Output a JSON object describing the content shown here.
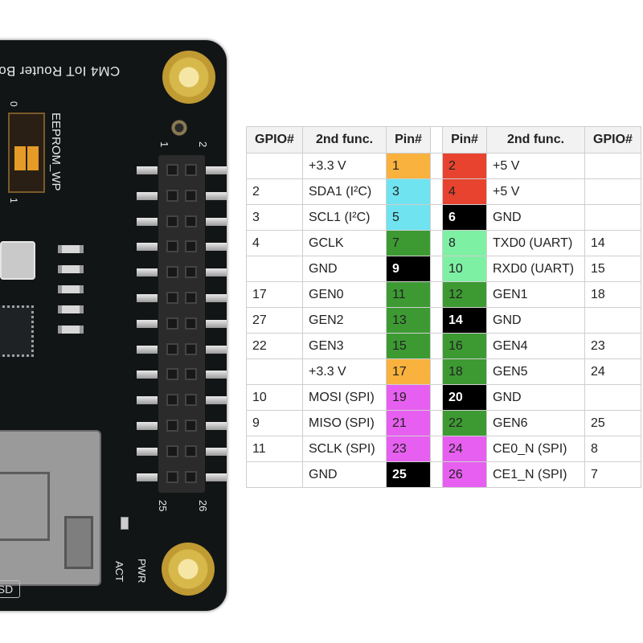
{
  "board": {
    "title": "CM4 IoT Router Bo",
    "eeprom_label": "EEPROM_WP",
    "dip_label_top": "0",
    "dip_label_bottom": "1",
    "header_label_top_left": "1",
    "header_label_top_right": "2",
    "header_label_bottom_left": "25",
    "header_label_bottom_right": "26",
    "led_labels": [
      "ACT",
      "PWR"
    ],
    "sd_label": "oSD",
    "colors": {
      "pcb": "#121516",
      "gold": "#d7b84a",
      "pin_metal": "#c8c8c8"
    }
  },
  "table": {
    "headers": [
      "GPIO#",
      "2nd func.",
      "Pin#",
      "Pin#",
      "2nd func.",
      "GPIO#"
    ],
    "rows": [
      {
        "left": {
          "gpio": "",
          "func": "+3.3 V",
          "pin": "1",
          "color": "#f8b23d"
        },
        "right": {
          "pin": "2",
          "func": "+5 V",
          "gpio": "",
          "color": "#e8432f"
        }
      },
      {
        "left": {
          "gpio": "2",
          "func": "SDA1 (I²C)",
          "pin": "3",
          "color": "#6fe3f0"
        },
        "right": {
          "pin": "4",
          "func": "+5 V",
          "gpio": "",
          "color": "#e8432f"
        }
      },
      {
        "left": {
          "gpio": "3",
          "func": "SCL1 (I²C)",
          "pin": "5",
          "color": "#6fe3f0"
        },
        "right": {
          "pin": "6",
          "func": "GND",
          "gpio": "",
          "color": "#000000"
        }
      },
      {
        "left": {
          "gpio": "4",
          "func": "GCLK",
          "pin": "7",
          "color": "#3d9a33"
        },
        "right": {
          "pin": "8",
          "func": "TXD0 (UART)",
          "gpio": "14",
          "color": "#7ef0a4"
        }
      },
      {
        "left": {
          "gpio": "",
          "func": "GND",
          "pin": "9",
          "color": "#000000"
        },
        "right": {
          "pin": "10",
          "func": "RXD0 (UART)",
          "gpio": "15",
          "color": "#7ef0a4"
        }
      },
      {
        "left": {
          "gpio": "17",
          "func": "GEN0",
          "pin": "11",
          "color": "#3d9a33"
        },
        "right": {
          "pin": "12",
          "func": "GEN1",
          "gpio": "18",
          "color": "#3d9a33"
        }
      },
      {
        "left": {
          "gpio": "27",
          "func": "GEN2",
          "pin": "13",
          "color": "#3d9a33"
        },
        "right": {
          "pin": "14",
          "func": "GND",
          "gpio": "",
          "color": "#000000"
        }
      },
      {
        "left": {
          "gpio": "22",
          "func": "GEN3",
          "pin": "15",
          "color": "#3d9a33"
        },
        "right": {
          "pin": "16",
          "func": "GEN4",
          "gpio": "23",
          "color": "#3d9a33"
        }
      },
      {
        "left": {
          "gpio": "",
          "func": "+3.3 V",
          "pin": "17",
          "color": "#f8b23d"
        },
        "right": {
          "pin": "18",
          "func": "GEN5",
          "gpio": "24",
          "color": "#3d9a33"
        }
      },
      {
        "left": {
          "gpio": "10",
          "func": "MOSI (SPI)",
          "pin": "19",
          "color": "#e75ff0"
        },
        "right": {
          "pin": "20",
          "func": "GND",
          "gpio": "",
          "color": "#000000"
        }
      },
      {
        "left": {
          "gpio": "9",
          "func": "MISO (SPI)",
          "pin": "21",
          "color": "#e75ff0"
        },
        "right": {
          "pin": "22",
          "func": "GEN6",
          "gpio": "25",
          "color": "#3d9a33"
        }
      },
      {
        "left": {
          "gpio": "11",
          "func": "SCLK (SPI)",
          "pin": "23",
          "color": "#e75ff0"
        },
        "right": {
          "pin": "24",
          "func": "CE0_N (SPI)",
          "gpio": "8",
          "color": "#e75ff0"
        }
      },
      {
        "left": {
          "gpio": "",
          "func": "GND",
          "pin": "25",
          "color": "#000000"
        },
        "right": {
          "pin": "26",
          "func": "CE1_N (SPI)",
          "gpio": "7",
          "color": "#e75ff0"
        }
      }
    ]
  }
}
